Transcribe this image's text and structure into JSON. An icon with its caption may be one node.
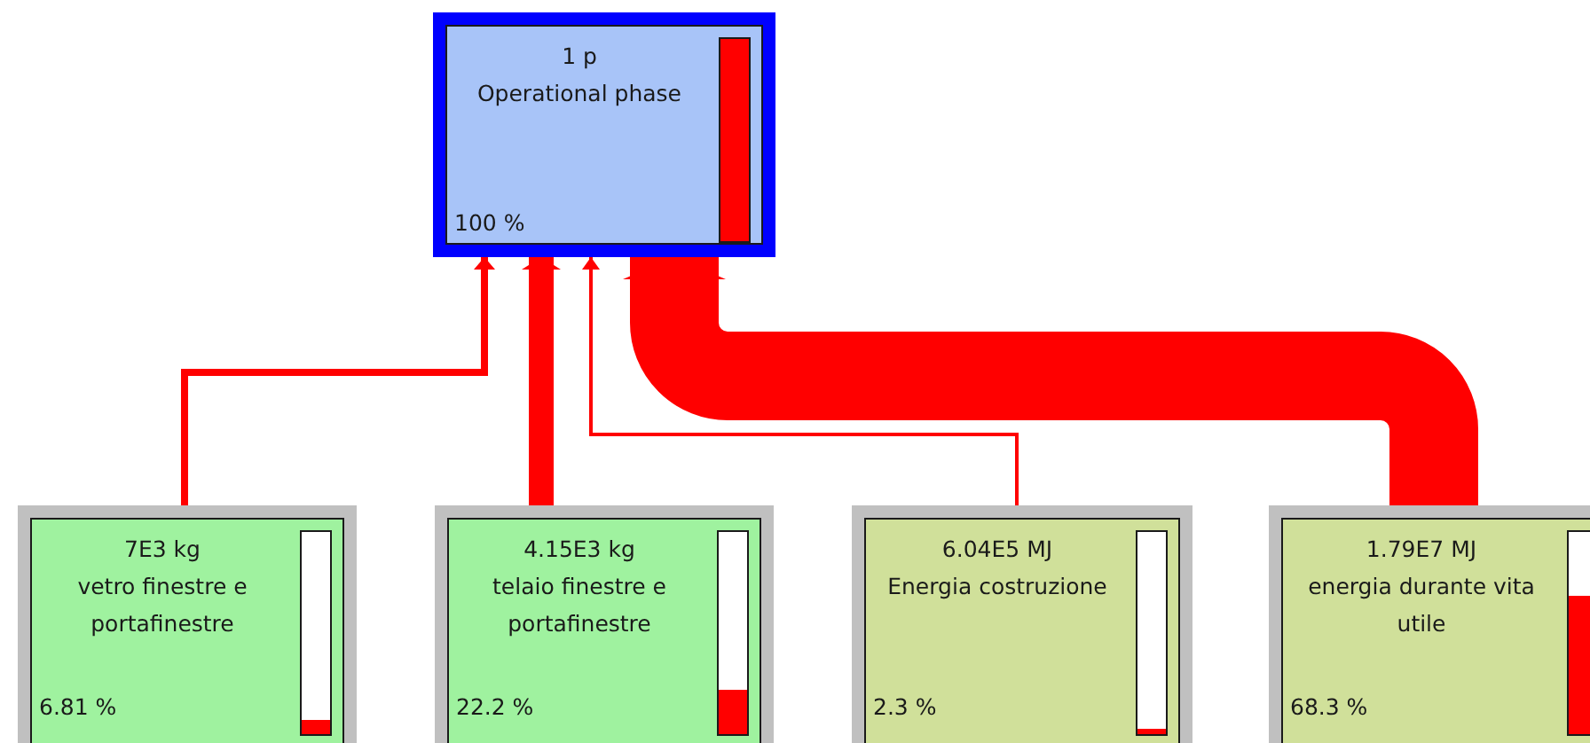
{
  "diagram": {
    "nodes": [
      {
        "text": [
          "1 p",
          "Operational phase",
          "100 %"
        ]
      },
      {
        "text": [
          "7E3 kg",
          "vetro finestre e portafinestre",
          "6.81 %"
        ]
      },
      {
        "text": [
          "4.15E3 kg",
          "telaio finestre e portafinestre",
          "22.2 %"
        ]
      },
      {
        "text": [
          "6.04E5 MJ",
          "Energia costruzione",
          "2.3 %"
        ]
      },
      {
        "text": [
          "1.79E7 MJ",
          "energia durante vita utile",
          "68.3 %"
        ]
      }
    ],
    "edges": [
      {
        "from": 1,
        "to": 0,
        "arrow": "to"
      },
      {
        "from": 2,
        "to": 0,
        "arrow": "to",
        "style": "thick"
      },
      {
        "from": 3,
        "to": 0,
        "arrow": "to"
      },
      {
        "from": 4,
        "to": 0,
        "arrow": "to",
        "style": "thick"
      }
    ]
  }
}
